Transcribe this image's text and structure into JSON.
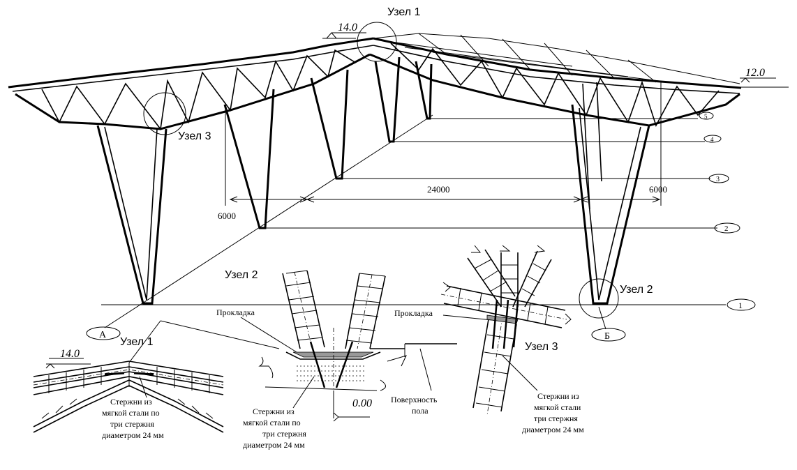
{
  "node_labels": {
    "node1_top": "Узел 1",
    "node3_top": "Узел 3",
    "node2_left": "Узел 2",
    "node2_right": "Узел 2",
    "node1_detail": "Узел 1",
    "node3_detail": "Узел 3"
  },
  "elevations": {
    "ridge": "14.0",
    "eave": "12.0",
    "detail_ridge": "14.0",
    "floor": "0.00"
  },
  "dimensions": {
    "span": "24000",
    "bay_left": "6000",
    "bay_right": "6000"
  },
  "grid_axes": {
    "numbers": [
      "1",
      "2",
      "3",
      "4",
      "5"
    ],
    "letters": [
      "А",
      "Б"
    ]
  },
  "callouts": {
    "gasket_left": "Прокладка",
    "gasket_right": "Прокладка",
    "floor_surface": [
      "Поверхность",
      "пола"
    ],
    "rods_node1": [
      "Стержни из",
      "мягкой стали по",
      "три стержня",
      "диаметром 24 мм"
    ],
    "rods_node2": [
      "Стержни из",
      "мягкой стали по",
      "три стержня",
      "диаметром 24 мм"
    ],
    "rods_node3": [
      "Стержни из",
      "мягкой стали",
      "три стержня",
      "диаметром 24 мм"
    ]
  }
}
